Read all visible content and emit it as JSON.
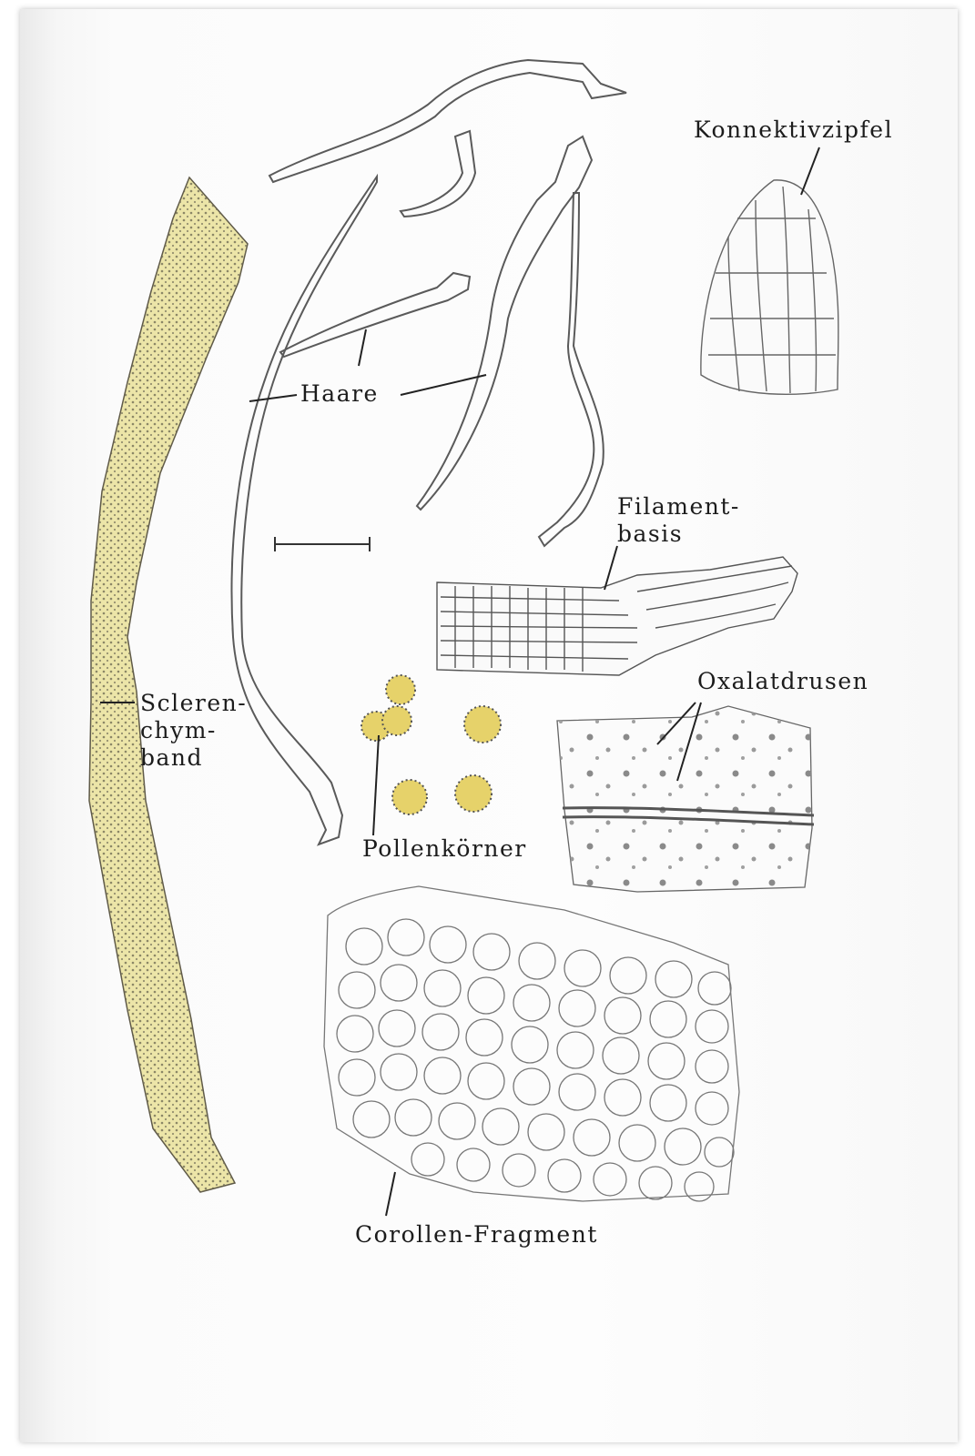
{
  "labels": {
    "konnektivzipfel": "Konnektivzipfel",
    "haare": "Haare",
    "filamentbasis_line1": "Filament-",
    "filamentbasis_line2": "basis",
    "oxalatdrusen": "Oxalatdrusen",
    "sklerenchym_line1": "Scleren-",
    "sklerenchym_line2": "chym-",
    "sklerenchym_line3": "band",
    "pollenkoerner": "Pollenkörner",
    "corollen_fragment": "Corollen-Fragment"
  },
  "colors": {
    "ink": "#4a4a4a",
    "sclerenchyma_fill": "#e8e0a0",
    "pollen_fill": "#e6d26a",
    "paper": "#fdfdfd"
  }
}
